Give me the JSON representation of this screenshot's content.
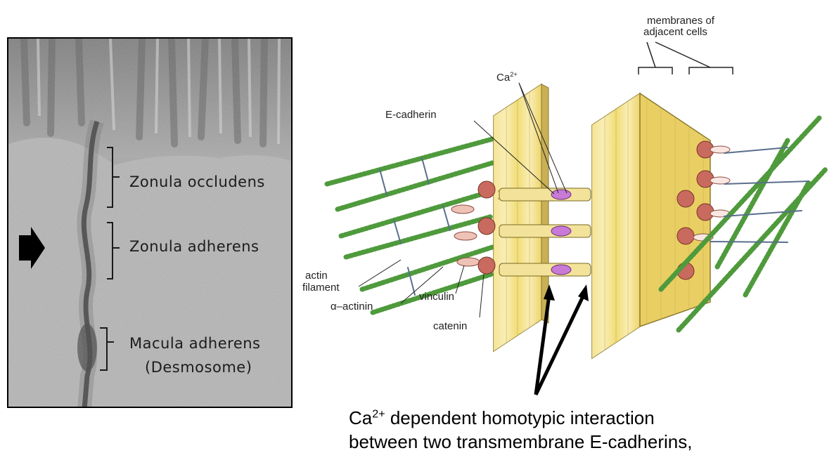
{
  "micrograph": {
    "labels": {
      "zonula_occludens": "Zonula  occludens",
      "zonula_adherens": "Zonula  adherens",
      "macula_adherens": "Macula  adherens",
      "desmosome": "(Desmosome)"
    }
  },
  "diagram": {
    "labels": {
      "membranes_line1": "membranes of",
      "membranes_line2": "adjacent cells",
      "ca_base": "Ca",
      "ca_sup": "2+",
      "e_cadherin": "E-cadherin",
      "actin_line1": "actin",
      "actin_line2": "filament",
      "alpha_actinin": "α–actinin",
      "vinculin": "vinculin",
      "catenin": "catenin"
    }
  },
  "caption": {
    "ca_base": "Ca",
    "ca_sup": "2+",
    "line1_rest": " dependent homotypic interaction",
    "line2": "between two transmembrane E-cadherins,"
  },
  "colors": {
    "membrane": "#f4e07a",
    "actin": "#4f9a3c",
    "catenin": "#c96a5e",
    "cadherin_core": "#c77ad6",
    "arrow": "#000000"
  }
}
